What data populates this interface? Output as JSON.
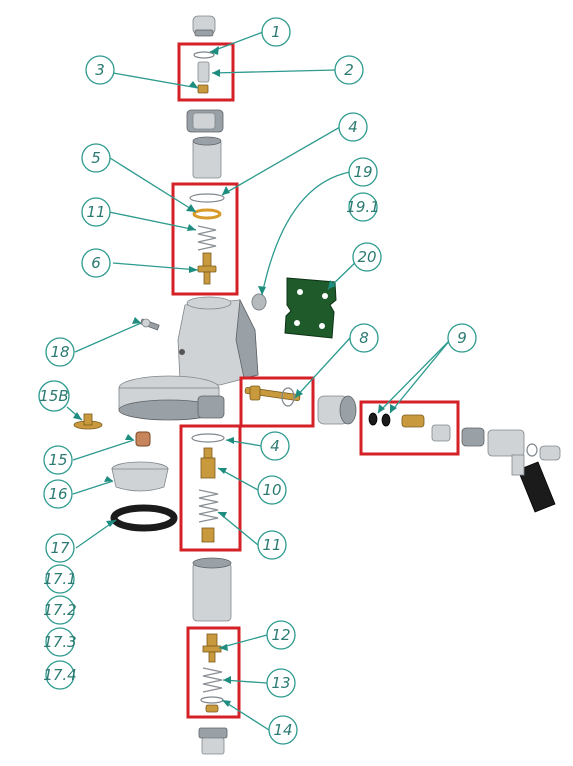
{
  "callouts": {
    "c1": "1",
    "c2": "2",
    "c3": "3",
    "c4a": "4",
    "c5": "5",
    "c19": "19",
    "c19_1": "19.1",
    "c11a": "11",
    "c6": "6",
    "c20": "20",
    "c18": "18",
    "c8": "8",
    "c9": "9",
    "c15b": "15B",
    "c4b": "4",
    "c10": "10",
    "c15": "15",
    "c16": "16",
    "c11b": "11",
    "c17": "17",
    "c17_1": "17.1",
    "c17_2": "17.2",
    "c17_3": "17.3",
    "c17_4": "17.4",
    "c12": "12",
    "c13": "13",
    "c14": "14"
  },
  "colors": {
    "leader": "#2c9a8e",
    "text": "#2c7a72",
    "highlight": "#d42027",
    "brass": "#c99a3d",
    "chrome": "#cfd3d6",
    "gasket_green": "#1f5a2a"
  }
}
